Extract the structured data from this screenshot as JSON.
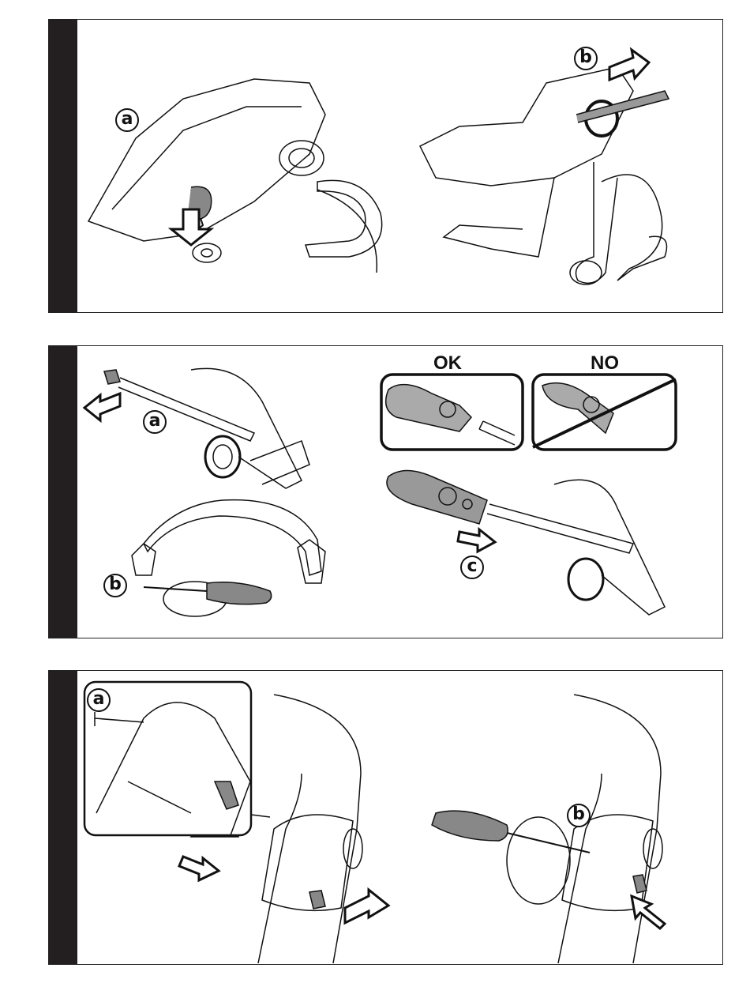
{
  "panel1": {
    "label_a": "a",
    "label_b": "b"
  },
  "panel2": {
    "label_a": "a",
    "label_b": "b",
    "label_c": "c",
    "ok": "OK",
    "no": "NO"
  },
  "panel3": {
    "label_a": "a",
    "label_b": "b"
  },
  "colors": {
    "bar": "#231f20",
    "part_fill": "#9a9a9a",
    "line": "#111111"
  }
}
